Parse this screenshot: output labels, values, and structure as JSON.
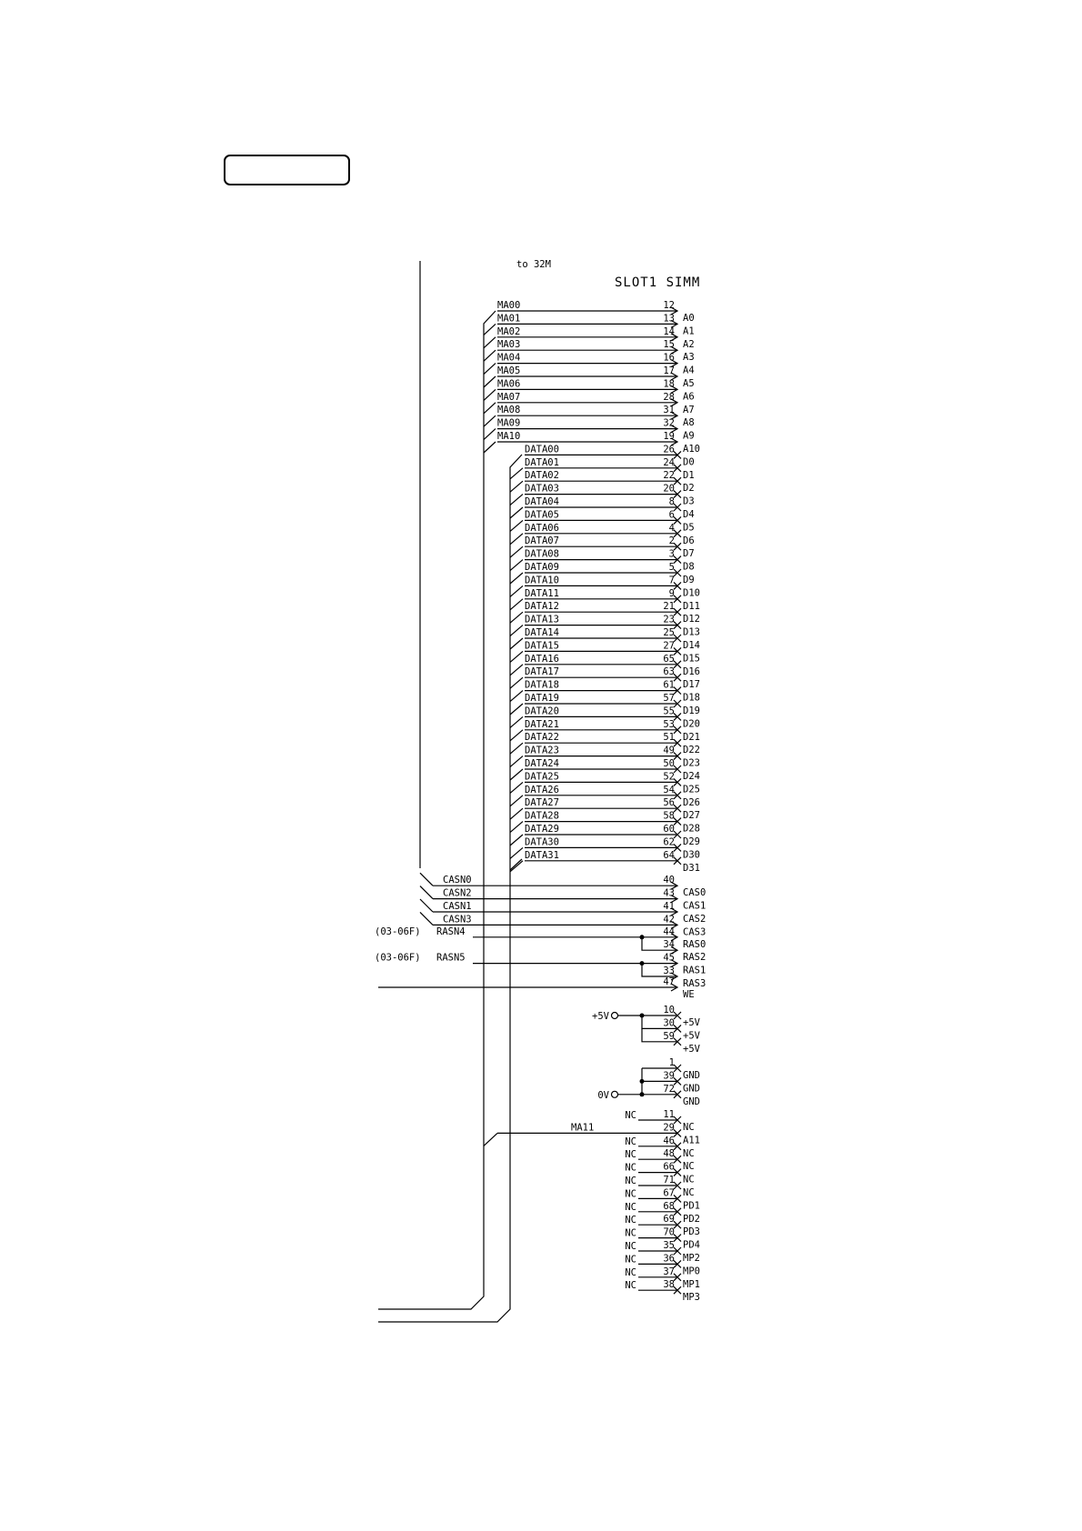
{
  "title_box": {
    "label": ""
  },
  "header": {
    "note": "to 32M",
    "connector": "SLOT1 SIMM"
  },
  "address_pins": [
    {
      "net": "MA00",
      "pin": "12",
      "name": "A0"
    },
    {
      "net": "MA01",
      "pin": "13",
      "name": "A1"
    },
    {
      "net": "MA02",
      "pin": "14",
      "name": "A2"
    },
    {
      "net": "MA03",
      "pin": "15",
      "name": "A3"
    },
    {
      "net": "MA04",
      "pin": "16",
      "name": "A4"
    },
    {
      "net": "MA05",
      "pin": "17",
      "name": "A5"
    },
    {
      "net": "MA06",
      "pin": "18",
      "name": "A6"
    },
    {
      "net": "MA07",
      "pin": "28",
      "name": "A7"
    },
    {
      "net": "MA08",
      "pin": "31",
      "name": "A8"
    },
    {
      "net": "MA09",
      "pin": "32",
      "name": "A9"
    },
    {
      "net": "MA10",
      "pin": "19",
      "name": "A10"
    }
  ],
  "data_pins": [
    {
      "net": "DATA00",
      "pin": "26",
      "name": "D0"
    },
    {
      "net": "DATA01",
      "pin": "24",
      "name": "D1"
    },
    {
      "net": "DATA02",
      "pin": "22",
      "name": "D2"
    },
    {
      "net": "DATA03",
      "pin": "20",
      "name": "D3"
    },
    {
      "net": "DATA04",
      "pin": "8",
      "name": "D4"
    },
    {
      "net": "DATA05",
      "pin": "6",
      "name": "D5"
    },
    {
      "net": "DATA06",
      "pin": "4",
      "name": "D6"
    },
    {
      "net": "DATA07",
      "pin": "2",
      "name": "D7"
    },
    {
      "net": "DATA08",
      "pin": "3",
      "name": "D8"
    },
    {
      "net": "DATA09",
      "pin": "5",
      "name": "D9"
    },
    {
      "net": "DATA10",
      "pin": "7",
      "name": "D10"
    },
    {
      "net": "DATA11",
      "pin": "9",
      "name": "D11"
    },
    {
      "net": "DATA12",
      "pin": "21",
      "name": "D12"
    },
    {
      "net": "DATA13",
      "pin": "23",
      "name": "D13"
    },
    {
      "net": "DATA14",
      "pin": "25",
      "name": "D14"
    },
    {
      "net": "DATA15",
      "pin": "27",
      "name": "D15"
    },
    {
      "net": "DATA16",
      "pin": "65",
      "name": "D16"
    },
    {
      "net": "DATA17",
      "pin": "63",
      "name": "D17"
    },
    {
      "net": "DATA18",
      "pin": "61",
      "name": "D18"
    },
    {
      "net": "DATA19",
      "pin": "57",
      "name": "D19"
    },
    {
      "net": "DATA20",
      "pin": "55",
      "name": "D20"
    },
    {
      "net": "DATA21",
      "pin": "53",
      "name": "D21"
    },
    {
      "net": "DATA22",
      "pin": "51",
      "name": "D22"
    },
    {
      "net": "DATA23",
      "pin": "49",
      "name": "D23"
    },
    {
      "net": "DATA24",
      "pin": "50",
      "name": "D24"
    },
    {
      "net": "DATA25",
      "pin": "52",
      "name": "D25"
    },
    {
      "net": "DATA26",
      "pin": "54",
      "name": "D26"
    },
    {
      "net": "DATA27",
      "pin": "56",
      "name": "D27"
    },
    {
      "net": "DATA28",
      "pin": "58",
      "name": "D28"
    },
    {
      "net": "DATA29",
      "pin": "60",
      "name": "D29"
    },
    {
      "net": "DATA30",
      "pin": "62",
      "name": "D30"
    },
    {
      "net": "DATA31",
      "pin": "64",
      "name": "D31"
    }
  ],
  "cas_pins": [
    {
      "net": "CASN0",
      "pin": "40",
      "name": "CAS0"
    },
    {
      "net": "CASN2",
      "pin": "43",
      "name": "CAS1"
    },
    {
      "net": "CASN1",
      "pin": "41",
      "name": "CAS2"
    },
    {
      "net": "CASN3",
      "pin": "42",
      "name": "CAS3"
    }
  ],
  "ras_groups": [
    {
      "ref": "(03-06F)",
      "net": "RASN4",
      "pins": [
        {
          "pin": "44",
          "name": "RAS0"
        },
        {
          "pin": "34",
          "name": "RAS2"
        }
      ]
    },
    {
      "ref": "(03-06F)",
      "net": "RASN5",
      "pins": [
        {
          "pin": "45",
          "name": "RAS1"
        },
        {
          "pin": "33",
          "name": "RAS3"
        }
      ]
    }
  ],
  "we_pin": {
    "pin": "47",
    "name": "WE"
  },
  "power": {
    "label": "+5V",
    "pins": [
      {
        "pin": "10",
        "name": "+5V"
      },
      {
        "pin": "30",
        "name": "+5V"
      },
      {
        "pin": "59",
        "name": "+5V"
      }
    ]
  },
  "ground": {
    "label": "0V",
    "pins": [
      {
        "pin": "1",
        "name": "GND"
      },
      {
        "pin": "39",
        "name": "GND"
      },
      {
        "pin": "72",
        "name": "GND"
      }
    ]
  },
  "misc_pins": [
    {
      "left": "NC",
      "pin": "11",
      "name": "NC"
    },
    {
      "left": "MA11",
      "pin": "29",
      "name": "A11"
    },
    {
      "left": "NC",
      "pin": "46",
      "name": "NC"
    },
    {
      "left": "NC",
      "pin": "48",
      "name": "NC"
    },
    {
      "left": "NC",
      "pin": "66",
      "name": "NC"
    },
    {
      "left": "NC",
      "pin": "71",
      "name": "NC"
    },
    {
      "left": "NC",
      "pin": "67",
      "name": "PD1"
    },
    {
      "left": "NC",
      "pin": "68",
      "name": "PD2"
    },
    {
      "left": "NC",
      "pin": "69",
      "name": "PD3"
    },
    {
      "left": "NC",
      "pin": "70",
      "name": "PD4"
    },
    {
      "left": "NC",
      "pin": "35",
      "name": "MP2"
    },
    {
      "left": "NC",
      "pin": "36",
      "name": "MP0"
    },
    {
      "left": "NC",
      "pin": "37",
      "name": "MP1"
    },
    {
      "left": "NC",
      "pin": "38",
      "name": "MP3"
    }
  ]
}
